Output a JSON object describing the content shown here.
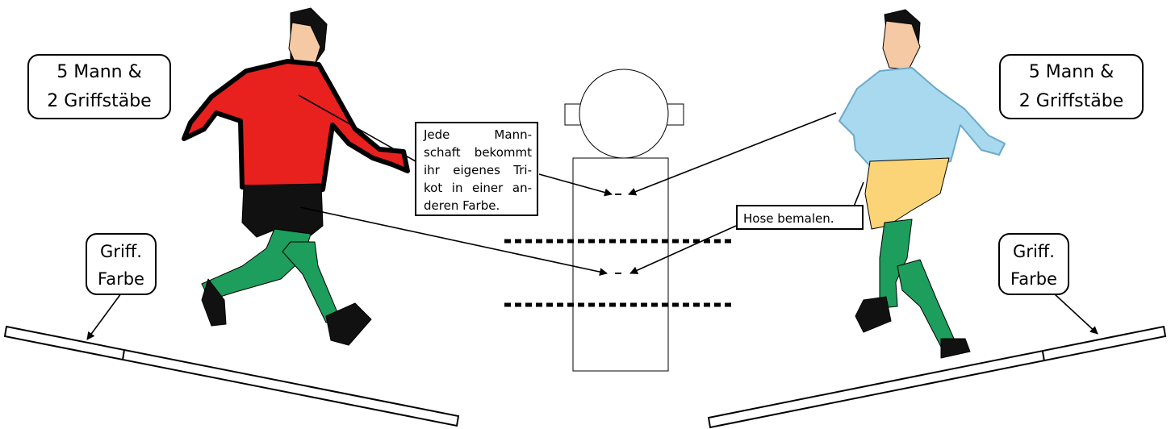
{
  "labels": {
    "left_team": [
      "5 Mann &",
      "2 Griffstäbe"
    ],
    "right_team": [
      "5 Mann &",
      "2 Griffstäbe"
    ],
    "left_handle": [
      "Griff.",
      "Farbe"
    ],
    "right_handle": [
      "Griff.",
      "Farbe"
    ],
    "jersey_note": [
      "Jede Mann-",
      "schaft bekommt",
      "ihr eigenes Tri-",
      "kot in einer an-",
      "deren Farbe."
    ],
    "pants_note": "Hose bemalen."
  },
  "colors": {
    "left_jersey": "#e8211f",
    "left_shorts": "#111111",
    "socks": "#1e9e5c",
    "skin": "#f4c9a3",
    "right_jersey": "#a9d9ee",
    "right_shorts": "#fbd478",
    "outline": "#000000"
  },
  "icons": {
    "left_player": "soccer-player-red-kicking",
    "right_player": "soccer-player-lightblue-running",
    "center_figure": "foosball-figure-cutout-template"
  }
}
